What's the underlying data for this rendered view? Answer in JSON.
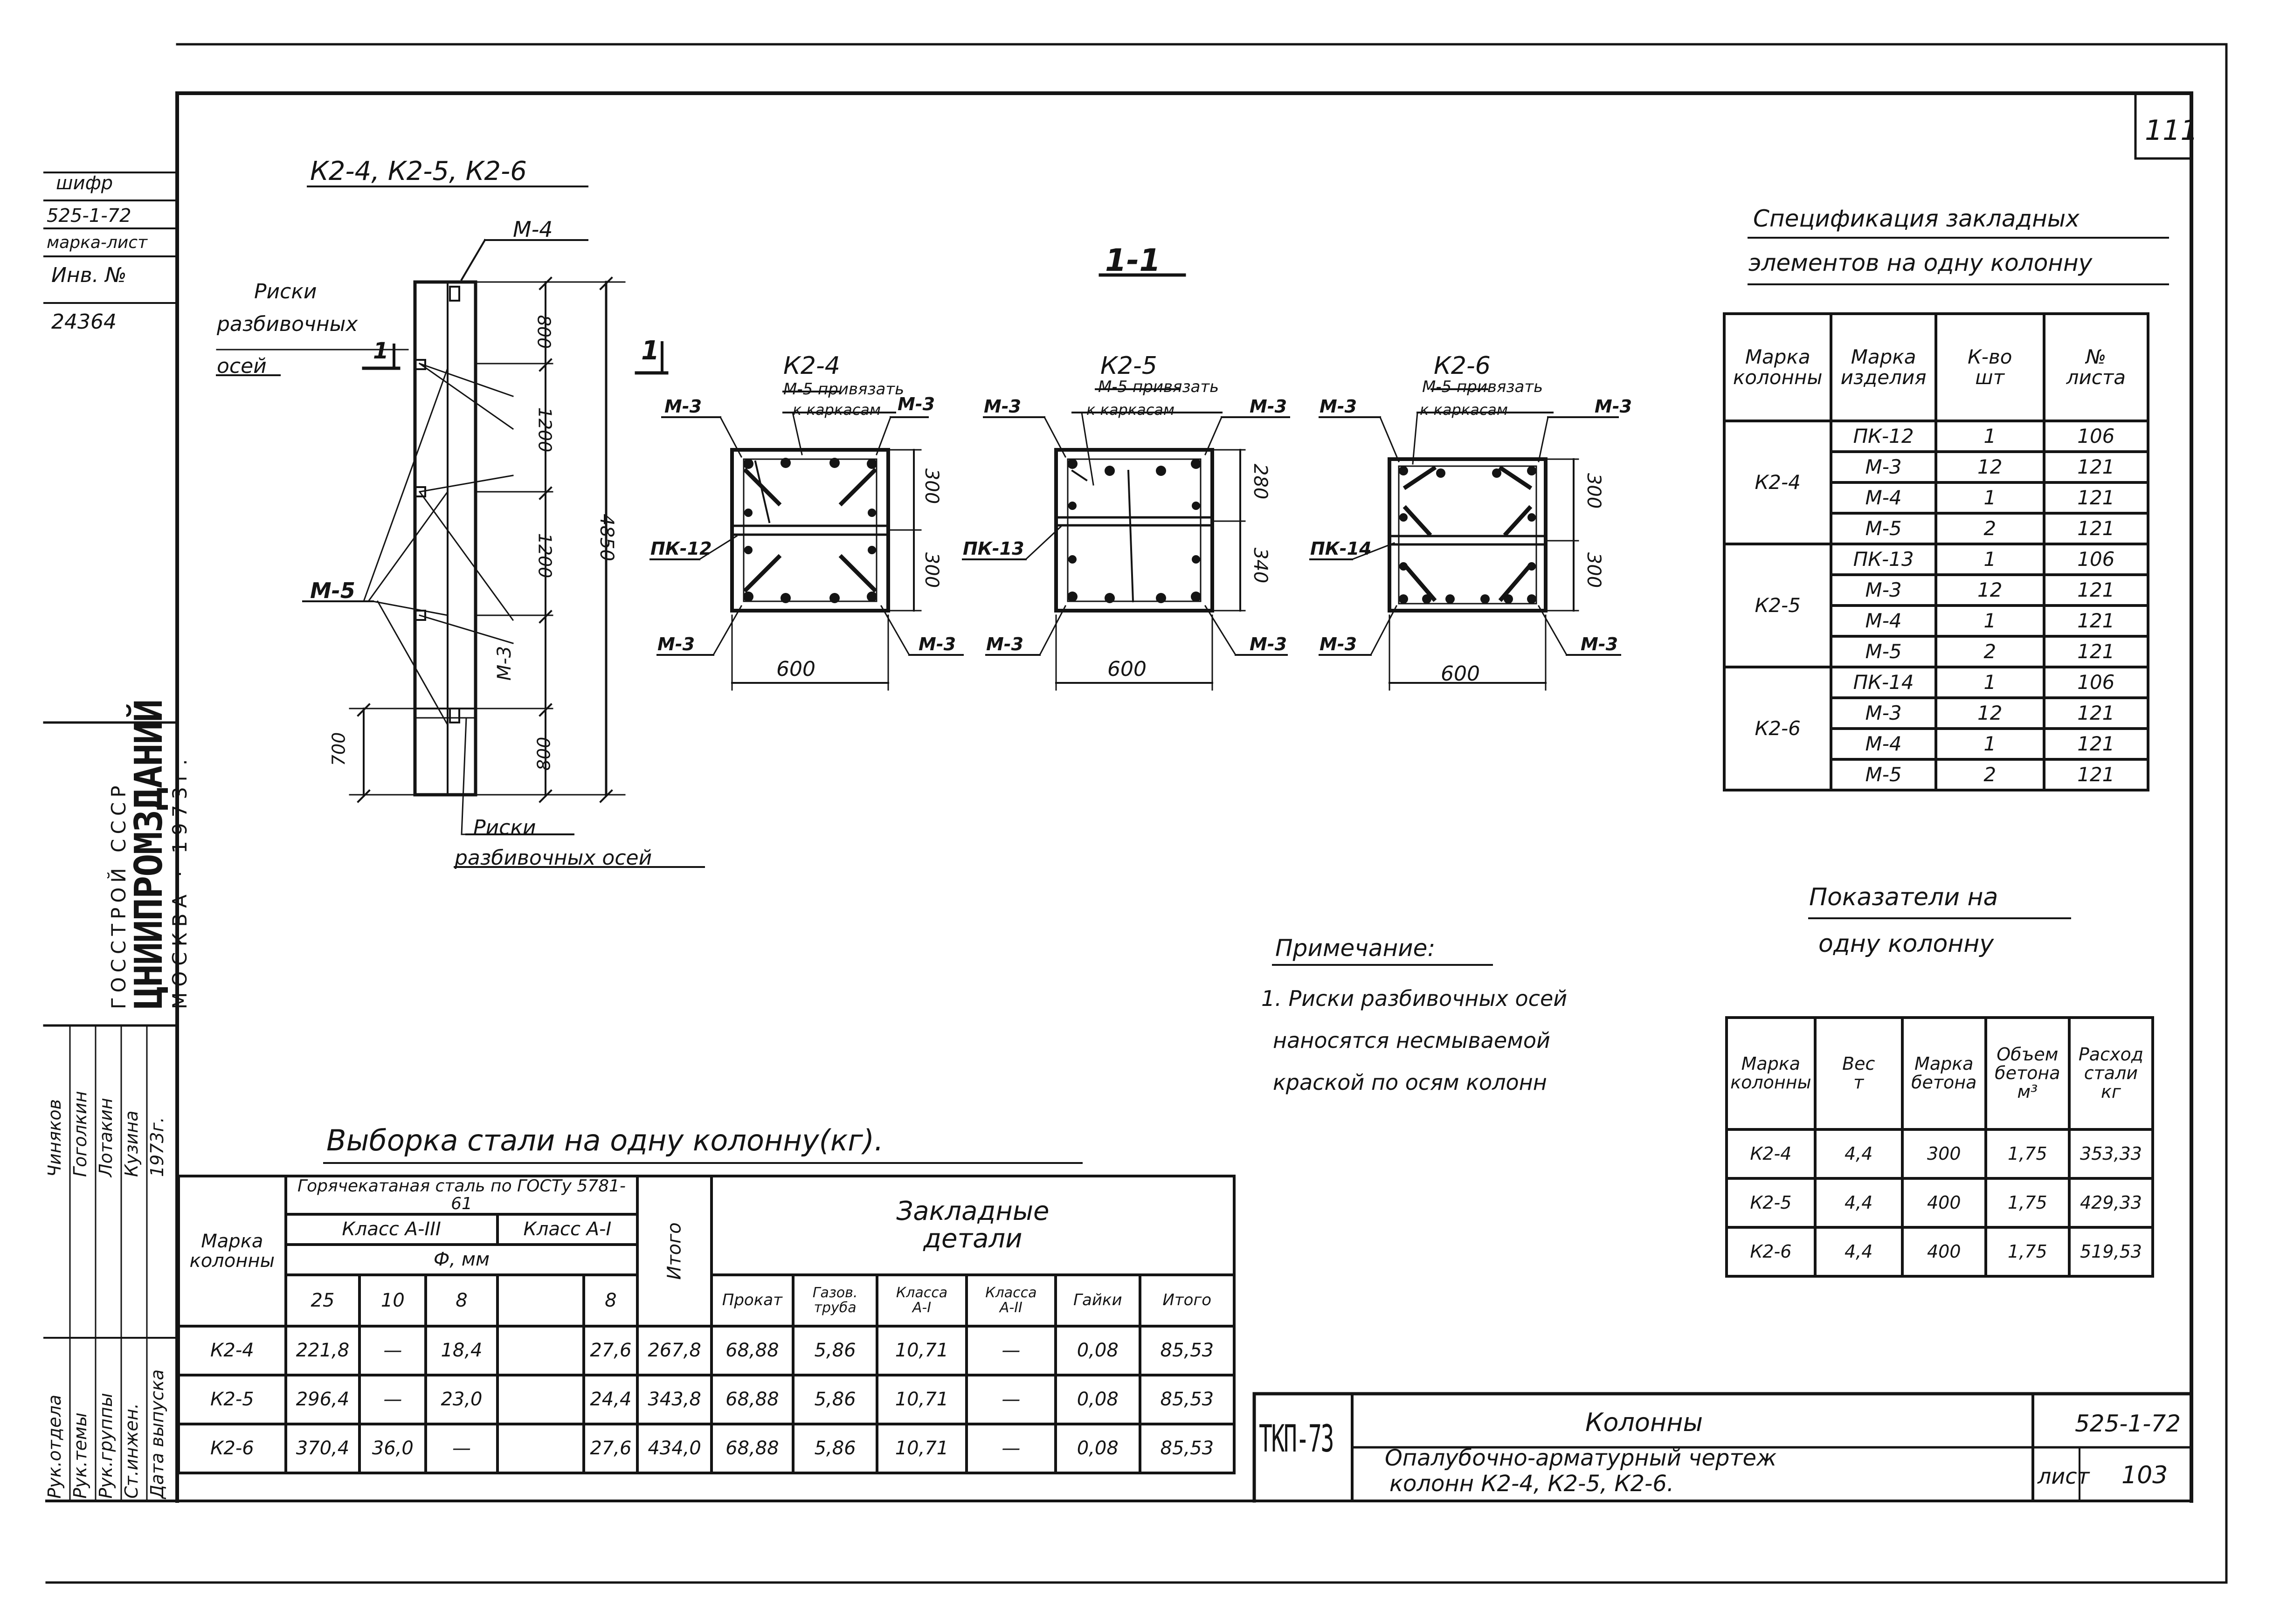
{
  "sheet_number": "111",
  "page_corner": "111",
  "left_stamp": {
    "rows": [
      "шифр",
      "525-1-72",
      "марка-лист",
      "Инв. №",
      "24364"
    ],
    "org": [
      "ГОССТРОЙ СССР",
      "ЦНИИПРОМЗДАНИЙ",
      "МОСКВА · 1973г."
    ],
    "sign_roles": [
      "Рук.отдела",
      "Рук.темы",
      "Рук.группы",
      "Ст.инжен.",
      "Дата выпуска"
    ],
    "sign_names": [
      "Чиняков",
      "Гоголкин",
      "Лотакин",
      "Кузина",
      "1973г."
    ]
  },
  "elevation": {
    "title": "К2-4, К2-5, К2-6",
    "labels": {
      "m4": "М-4",
      "m5": "М-5",
      "m3": "М-3",
      "section": "1"
    },
    "risk_top": [
      "Риски",
      "разбивочных",
      "осей"
    ],
    "risk_bottom": [
      "Риски",
      "разбивочных осей"
    ],
    "dims": [
      "800",
      "1200",
      "1200",
      "800",
      "4850",
      "700"
    ]
  },
  "section_title": "1-1",
  "section_mark": "1",
  "sections": [
    {
      "title": "К2-4",
      "note1": "М-5 привязать",
      "note2": "к каркасам",
      "m3": "М-3",
      "pk": "ПК-12",
      "dim_w": "600",
      "dim_h1": "300",
      "dim_h2": "300"
    },
    {
      "title": "К2-5",
      "note1": "М-5 привязать",
      "note2": "к каркасам",
      "m3": "М-3",
      "pk": "ПК-13",
      "dim_w": "600",
      "dim_h1": "280",
      "dim_h2": "340"
    },
    {
      "title": "К2-6",
      "note1": "М-5 привязать",
      "note2": "к каркасам",
      "m3": "М-3",
      "pk": "ПК-14",
      "dim_w": "600",
      "dim_h1": "300",
      "dim_h2": "300"
    }
  ],
  "spec": {
    "title1": "Спецификация закладных",
    "title2": "элементов на одну колонну",
    "headers": [
      [
        "Марка",
        "колонны"
      ],
      [
        "Марка",
        "изделия"
      ],
      [
        "К-во",
        "шт"
      ],
      [
        "№",
        "листа"
      ]
    ],
    "groups": [
      {
        "mark": "К2-4",
        "rows": [
          [
            "ПК-12",
            "1",
            "106"
          ],
          [
            "М-3",
            "12",
            "121"
          ],
          [
            "М-4",
            "1",
            "121"
          ],
          [
            "М-5",
            "2",
            "121"
          ]
        ]
      },
      {
        "mark": "К2-5",
        "rows": [
          [
            "ПК-13",
            "1",
            "106"
          ],
          [
            "М-3",
            "12",
            "121"
          ],
          [
            "М-4",
            "1",
            "121"
          ],
          [
            "М-5",
            "2",
            "121"
          ]
        ]
      },
      {
        "mark": "К2-6",
        "rows": [
          [
            "ПК-14",
            "1",
            "106"
          ],
          [
            "М-3",
            "12",
            "121"
          ],
          [
            "М-4",
            "1",
            "121"
          ],
          [
            "М-5",
            "2",
            "121"
          ]
        ]
      }
    ]
  },
  "note": {
    "title": "Примечание:",
    "lines": [
      "1. Риски разбивочных осей",
      "наносятся несмываемой",
      "краской по осям колонн"
    ]
  },
  "indicators": {
    "title1": "Показатели на",
    "title2": "одну колонну",
    "headers": [
      [
        "Марка",
        "колонны"
      ],
      [
        "Вес",
        "т"
      ],
      [
        "Марка",
        "бетона"
      ],
      [
        "Объем",
        "бетона",
        "м³"
      ],
      [
        "Расход",
        "стали",
        "кг"
      ]
    ],
    "rows": [
      [
        "К2-4",
        "4,4",
        "300",
        "1,75",
        "353,33"
      ],
      [
        "К2-5",
        "4,4",
        "400",
        "1,75",
        "429,33"
      ],
      [
        "К2-6",
        "4,4",
        "400",
        "1,75",
        "519,53"
      ]
    ]
  },
  "steel": {
    "title": "Выборка стали на одну колонну(кг).",
    "h_mark": [
      "Марка",
      "колонны"
    ],
    "h_hot": "Горячекатаная сталь по ГОСТу 5781-61",
    "h_a3": "Класс А-III",
    "h_a1": "Класс А-I",
    "h_phi": "Ф, мм",
    "h_total": "Итого",
    "h_emb": [
      "Закладные",
      "детали"
    ],
    "sub": [
      "25",
      "10",
      "8",
      "",
      "8"
    ],
    "emb_sub": [
      [
        "Прокат"
      ],
      [
        "Газов.",
        "труба"
      ],
      [
        "Класса",
        "А-I"
      ],
      [
        "Класса",
        "А-II"
      ],
      [
        "Гайки"
      ],
      [
        "Итого"
      ]
    ],
    "rows": [
      [
        "К2-4",
        "221,8",
        "—",
        "18,4",
        "",
        "27,6",
        "267,8",
        "68,88",
        "5,86",
        "10,71",
        "—",
        "0,08",
        "85,53"
      ],
      [
        "К2-5",
        "296,4",
        "—",
        "23,0",
        "",
        "24,4",
        "343,8",
        "68,88",
        "5,86",
        "10,71",
        "—",
        "0,08",
        "85,53"
      ],
      [
        "К2-6",
        "370,4",
        "36,0",
        "—",
        "",
        "27,6",
        "434,0",
        "68,88",
        "5,86",
        "10,71",
        "—",
        "0,08",
        "85,53"
      ]
    ]
  },
  "title_block": {
    "logo": "ТКП-73",
    "name": "Колонны",
    "desc1": "Опалубочно-арматурный чертеж",
    "desc2": "колонн К2-4, К2-5, К2-6.",
    "code": "525-1-72",
    "sheet_label": "лист",
    "sheet": "103"
  }
}
